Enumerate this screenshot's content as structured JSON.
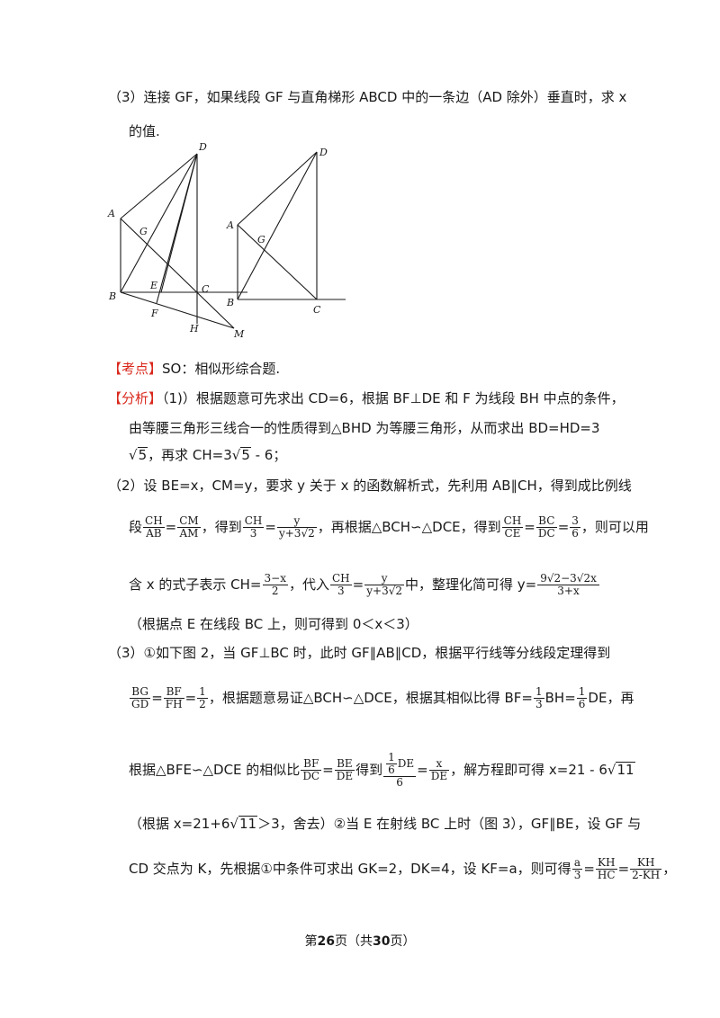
{
  "q3": {
    "line1": "（3）连接 GF，如果线段 GF 与直角梯形 ABCD 中的一条边（AD 除外）垂直时，求 x",
    "line2": "的值."
  },
  "figure1": {
    "labels": [
      "D",
      "A",
      "G",
      "E",
      "C",
      "B",
      "F",
      "H",
      "M"
    ]
  },
  "figure2": {
    "labels": [
      "D",
      "A",
      "G",
      "B",
      "C"
    ]
  },
  "kaodian": {
    "tag": "【考点】",
    "text": "SO：相似形综合题."
  },
  "fenxi": {
    "tag": "【分析】",
    "p1a": "（1)）根据题意可先求出 CD=6，根据 BF⊥DE 和 F 为线段 BH 中点的条件，",
    "p1b": "由等腰三角形三线合一的性质得到△BHD 为等腰三角形，从而求出 BD=HD=3",
    "p1c_pre": "√",
    "p1c_rad": "5",
    "p1c_mid": "，再求 CH=3",
    "p1c_rad2": "5",
    "p1c_post": " - 6；"
  },
  "p2": {
    "l1": "（2）设 BE=x，CM=y，要求 y 关于 x 的函数解析式，先利用 AB∥CH，得到成比例线",
    "l2_pre": "段",
    "l2_f1n": "CH",
    "l2_f1d": "AB",
    "l2_eq": "=",
    "l2_f2n": "CM",
    "l2_f2d": "AM",
    "l2_mid": "，得到",
    "l2_f3n": "CH",
    "l2_f3d": "3",
    "l2_f4n": "y",
    "l2_f4d": "y+3√2",
    "l2_mid2": "，再根据△BCH∽△DCE，得到",
    "l2_f5n": "CH",
    "l2_f5d": "CE",
    "l2_f6n": "BC",
    "l2_f6d": "DC",
    "l2_f7n": "3",
    "l2_f7d": "6",
    "l2_post": "，则可以用",
    "l3_pre": "含 x 的式子表示 CH=",
    "l3_f1n": "3−x",
    "l3_f1d": "2",
    "l3_mid": "，代入",
    "l3_f2n": "CH",
    "l3_f2d": "3",
    "l3_f3n": "y",
    "l3_f3d": "y+3√2",
    "l3_mid2": "中，整理化简可得 y=",
    "l3_f4n": "9√2−3√2x",
    "l3_f4d": "3+x",
    "l4": "（根据点 E 在线段 BC 上，则可得到 0＜x＜3）"
  },
  "p3": {
    "l1": "（3）①如下图 2，当 GF⊥BC 时，此时 GF∥AB∥CD，根据平行线等分线段定理得到",
    "l2_f1n": "BG",
    "l2_f1d": "GD",
    "l2_f2n": "BF",
    "l2_f2d": "FH",
    "l2_f3n": "1",
    "l2_f3d": "2",
    "l2_mid": "，根据题意易证△BCH∽△DCE，根据其相似比得 BF=",
    "l2_f4n": "1",
    "l2_f4d": "3",
    "l2_mid2": "BH=",
    "l2_f5n": "1",
    "l2_f5d": "6",
    "l2_post": "DE，再",
    "l3_pre": "根据△BFE∽△DCE 的相似比",
    "l3_f1n": "BF",
    "l3_f1d": "DC",
    "l3_f2n": "BE",
    "l3_f2d": "DE",
    "l3_mid": "得到",
    "l3_f3n_n": "1",
    "l3_f3n_d": "6",
    "l3_f3n_t": "DE",
    "l3_f3d": "6",
    "l3_f4n": "x",
    "l3_f4d": "DE",
    "l3_post": "，解方程即可得 x=21 - 6",
    "l3_rad": "11",
    "l4_pre": "（根据 x=21+6",
    "l4_rad": "11",
    "l4_post": "＞3，舍去）②当 E 在射线 BC 上时（图 3），GF∥BE，设 GF 与",
    "l5_pre": "CD 交点为 K，先根据①中条件可求出 GK=2，DK=4，设 KF=a，则可得",
    "l5_f1n": "a",
    "l5_f1d": "3",
    "l5_f2n": "KH",
    "l5_f2d": "HC",
    "l5_f3n": "KH",
    "l5_f3d": "2-KH",
    "l5_post": "，"
  },
  "footer": {
    "pre": "第",
    "page": "26",
    "mid": "页（共",
    "total": "30",
    "post": "页）"
  }
}
